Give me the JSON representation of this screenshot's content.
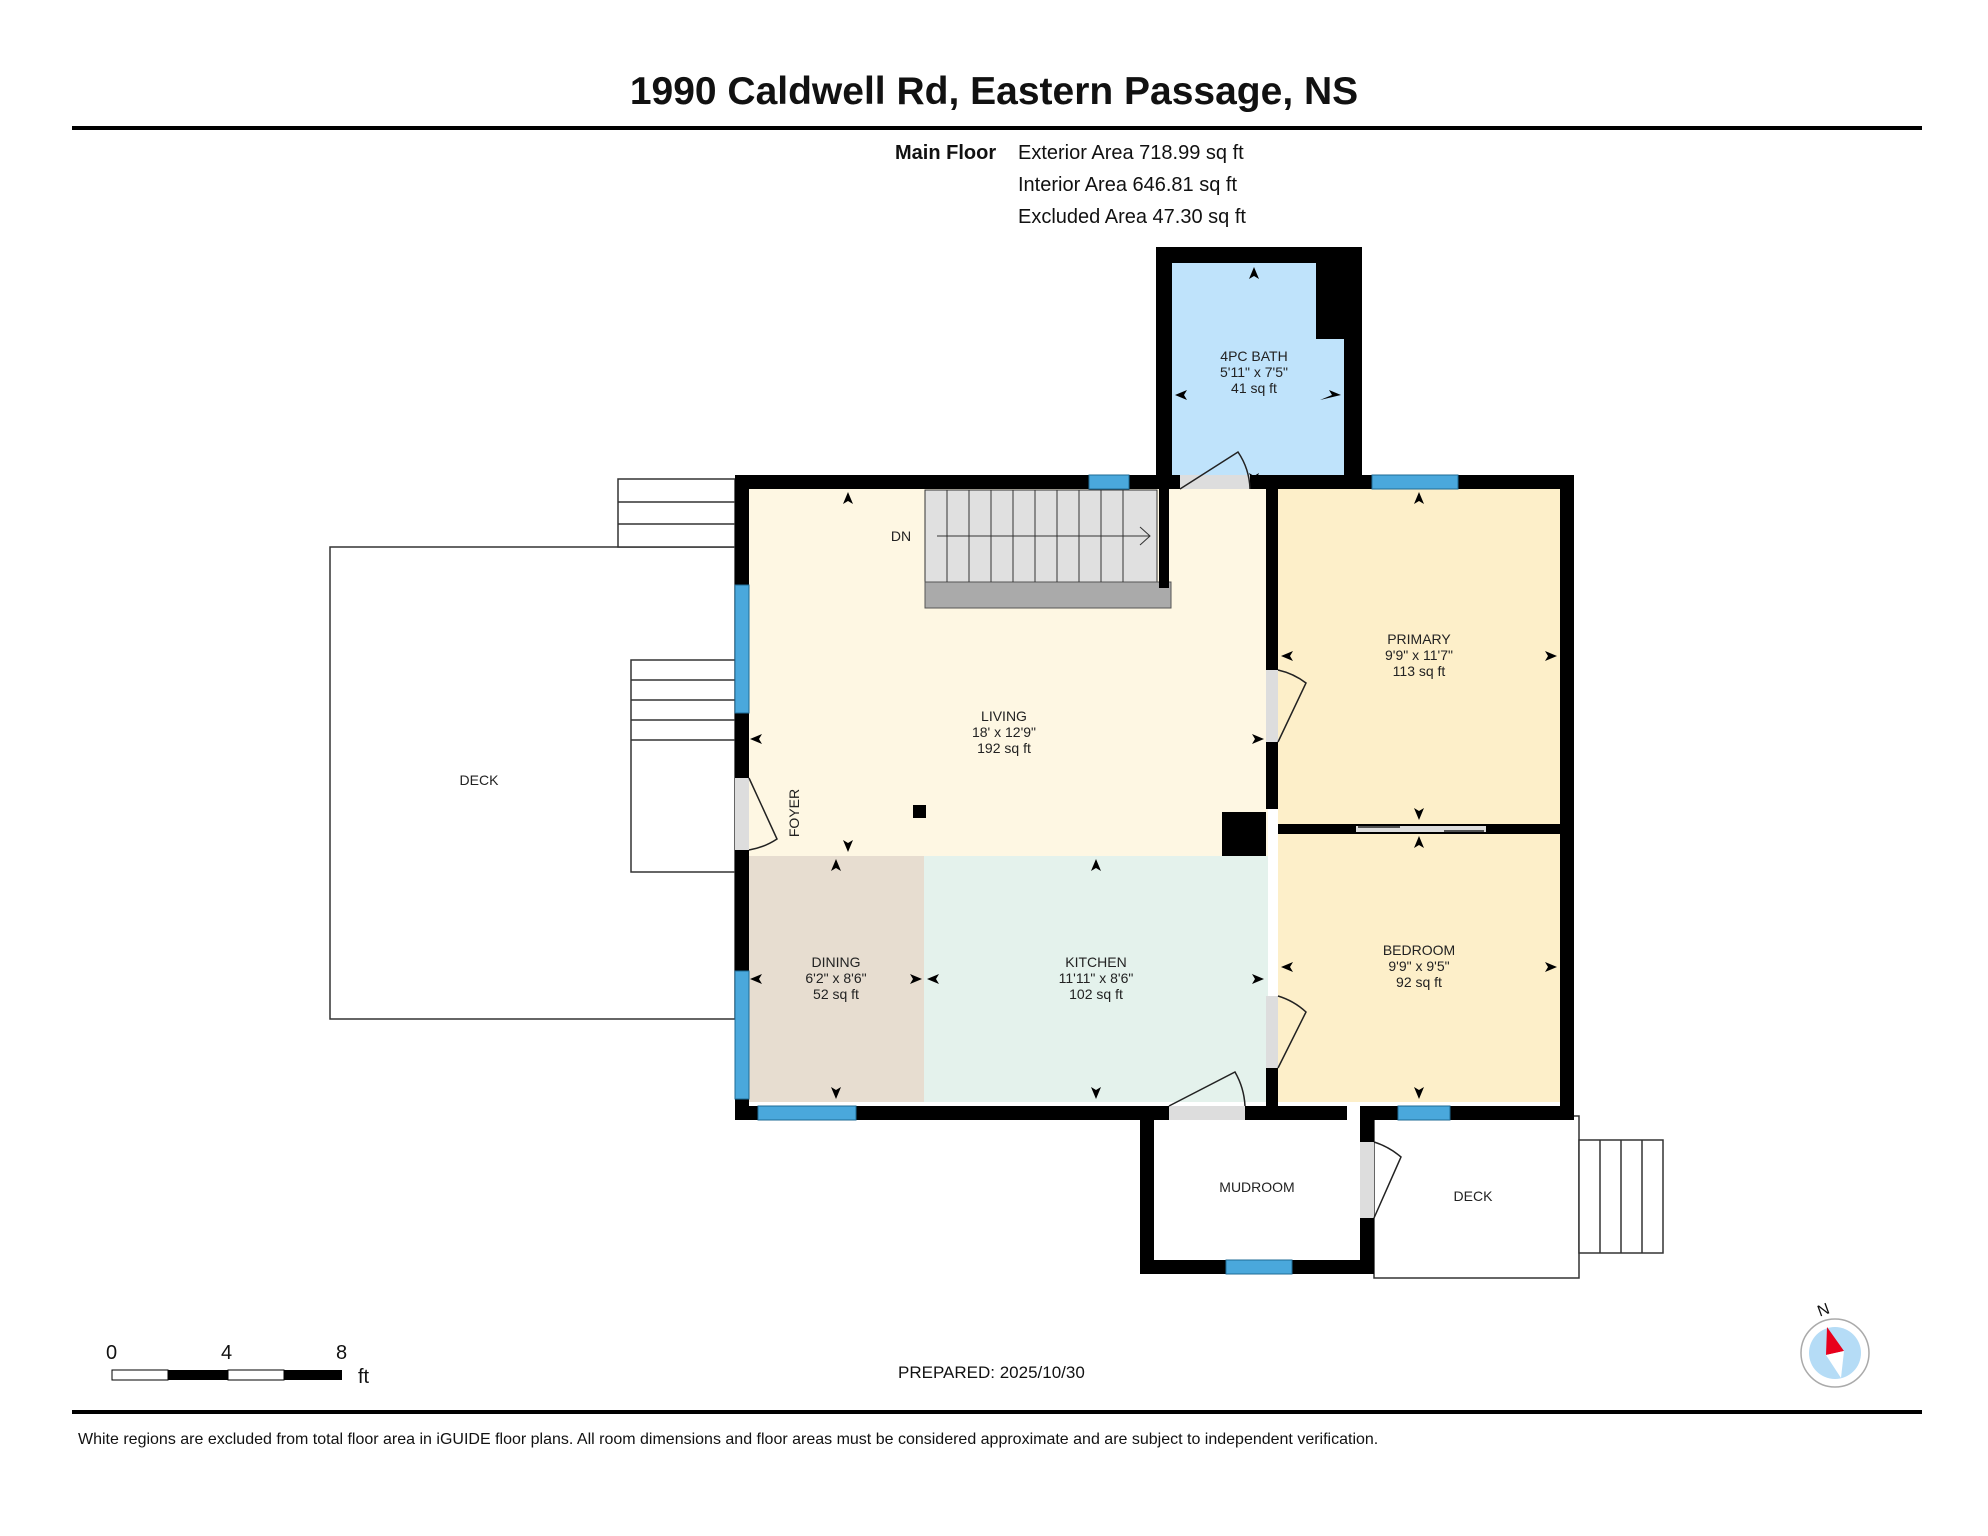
{
  "header": {
    "title": "1990 Caldwell Rd, Eastern Passage, NS"
  },
  "floor_summary": {
    "floor_name": "Main Floor",
    "exterior_area": "Exterior Area 718.99 sq ft",
    "interior_area": "Interior Area 646.81 sq ft",
    "excluded_area": "Excluded Area 47.30 sq ft"
  },
  "rooms": [
    {
      "name": "4PC BATH",
      "dims": "5'11\" x 7'5\"",
      "area": "41 sq ft",
      "color": "#bfe3fb"
    },
    {
      "name": "LIVING",
      "dims": "18' x 12'9\"",
      "area": "192 sq ft",
      "color": "#fef7e3"
    },
    {
      "name": "PRIMARY",
      "dims": "9'9\" x 11'7\"",
      "area": "113 sq ft",
      "color": "#fdefc9"
    },
    {
      "name": "BEDROOM",
      "dims": "9'9\" x 9'5\"",
      "area": "92 sq ft",
      "color": "#fdefc9"
    },
    {
      "name": "DINING",
      "dims": "6'2\" x 8'6\"",
      "area": "52 sq ft",
      "color": "#e7ddd0"
    },
    {
      "name": "KITCHEN",
      "dims": "11'11\" x 8'6\"",
      "area": "102 sq ft",
      "color": "#e4f2ec"
    },
    {
      "name": "MUDROOM",
      "dims": "",
      "area": "",
      "color": "#ffffff"
    },
    {
      "name": "DECK",
      "dims": "",
      "area": "",
      "color": "#ffffff"
    },
    {
      "name": "DECK",
      "dims": "",
      "area": "",
      "color": "#ffffff"
    }
  ],
  "labels": {
    "stairs": "DN",
    "foyer": "FOYER"
  },
  "scale_bar": {
    "ticks": [
      "0",
      "4",
      "8"
    ],
    "unit": "ft"
  },
  "compass": {
    "label": "N"
  },
  "prepared": "PREPARED: 2025/10/30",
  "disclaimer": "White regions are excluded from total floor area in iGUIDE floor plans. All room dimensions and floor areas must be considered approximate and are subject to independent verification.",
  "colors": {
    "wall": "#000000",
    "window": "#4aa8dc",
    "door": "#dddddd",
    "stair": "#e0e0e0",
    "compass_red": "#e8001c",
    "compass_bg": "#b5dcf6"
  }
}
